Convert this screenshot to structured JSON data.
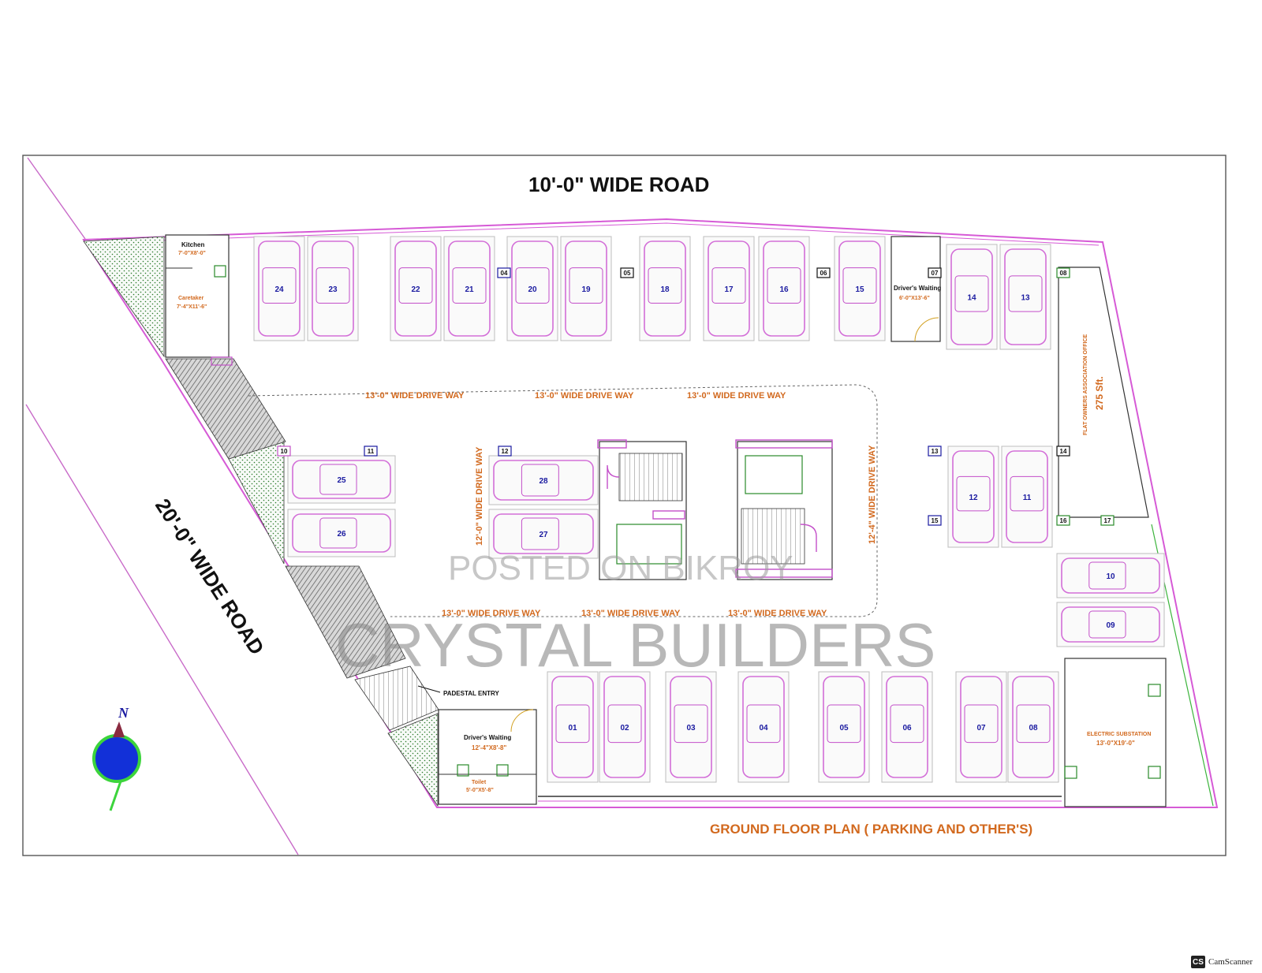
{
  "roads": {
    "north": "10'-0\" WIDE ROAD",
    "west": "20'-0\" WIDE ROAD"
  },
  "title": "GROUND FLOOR PLAN ( PARKING AND OTHER'S)",
  "watermarks": {
    "posted": "POSTED ON BIKROY",
    "builder": "CRYSTAL BUILDERS"
  },
  "compass": {
    "label": "N"
  },
  "driveways": {
    "top": [
      "13'-0\" WIDE DRIVE WAY",
      "13'-0\" WIDE DRIVE WAY",
      "13'-0\" WIDE DRIVE WAY"
    ],
    "bottom": [
      "13'-0\" WIDE DRIVE WAY",
      "13'-0\" WIDE DRIVE WAY",
      "13'-0\" WIDE DRIVE WAY"
    ],
    "left_vertical": "12'-0\" WIDE DRIVE WAY",
    "right_vertical": "12'-4\" WIDE DRIVE WAY"
  },
  "rooms": {
    "kitchen": {
      "name": "Kitchen",
      "size": "7'-0\"X8'-0\""
    },
    "caretaker": {
      "name": "Caretaker",
      "size": "7'-4\"X11'-6\""
    },
    "drivers_waiting_top": {
      "name": "Driver's Waiting",
      "size": "6'-0\"X13'-6\""
    },
    "drivers_waiting_bottom": {
      "name": "Driver's Waiting",
      "size": "12'-4\"X8'-8\""
    },
    "toilet": {
      "name": "Toilet",
      "size": "5'-0\"X5'-8\""
    },
    "owners_office": {
      "name": "FLAT OWNERS ASSOCIATION OFFICE",
      "size": "275 Sft."
    },
    "substation": {
      "name": "ELECTRIC SUBSTATION",
      "size": "13'-0\"X19'-0\""
    },
    "pedestal_entry": "PADESTAL ENTRY"
  },
  "parking": {
    "top_row": [
      "24",
      "23",
      "22",
      "21",
      "20",
      "19",
      "18",
      "17",
      "16",
      "15"
    ],
    "top_right": [
      "14",
      "13"
    ],
    "left_block": [
      "25",
      "26"
    ],
    "center_block": [
      "28",
      "27"
    ],
    "right_block": [
      "12",
      "11"
    ],
    "east_stack": [
      "10",
      "09"
    ],
    "bottom_row": [
      "01",
      "02",
      "03",
      "04",
      "05",
      "06",
      "07",
      "08"
    ]
  },
  "column_tags": {
    "top": [
      "04",
      "05",
      "06",
      "07",
      "08"
    ],
    "middle": [
      "10",
      "11",
      "12",
      "13",
      "14",
      "15",
      "16",
      "17"
    ]
  },
  "colors": {
    "boundary": "#d65ad6",
    "text_orange": "#d2691e",
    "slot_number": "#1a1aa0",
    "compass": "#1230d8",
    "compass_ring": "#3cd43c"
  },
  "footer": {
    "app": "CamScanner",
    "badge": "CS"
  }
}
